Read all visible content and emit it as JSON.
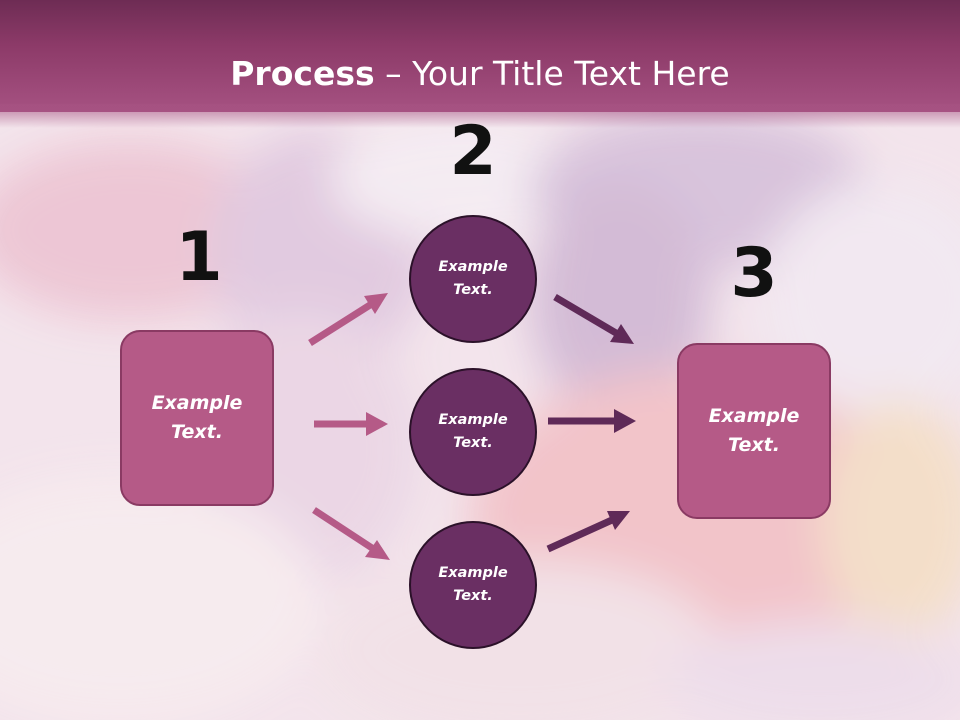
{
  "title": {
    "bold": "Process",
    "rest": " – Your Title Text Here"
  },
  "steps": {
    "one": "1",
    "two": "2",
    "three": "3"
  },
  "left_box": {
    "text": "Example Text."
  },
  "right_box": {
    "text": "Example Text."
  },
  "circles": [
    {
      "text": "Example Text."
    },
    {
      "text": "Example Text."
    },
    {
      "text": "Example Text."
    }
  ],
  "colors": {
    "header": "#8c3a68",
    "box_fill": "#b55a87",
    "circle_fill": "#6a2f63",
    "arrow_pink": "#b55a87",
    "arrow_purple": "#5f2a58"
  }
}
